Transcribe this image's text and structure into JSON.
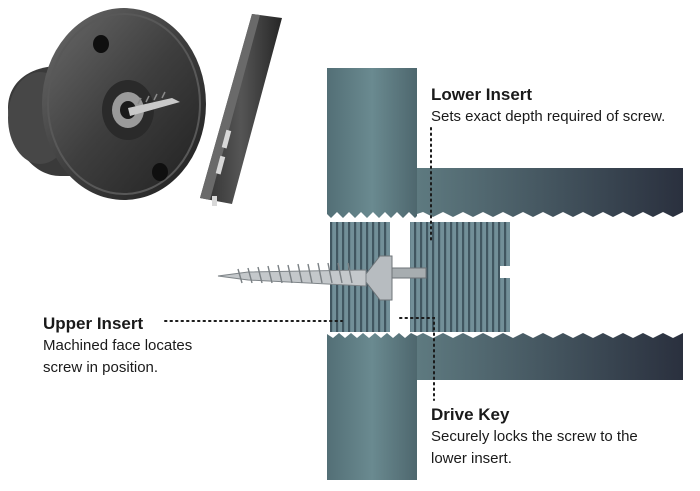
{
  "callouts": {
    "lower_insert": {
      "title": "Lower Insert",
      "description": "Sets exact depth required of screw."
    },
    "upper_insert": {
      "title": "Upper Insert",
      "description_line1": "Machined face locates",
      "description_line2": "screw in position."
    },
    "drive_key": {
      "title": "Drive Key",
      "description_line1": "Securely locks the screw to the",
      "description_line2": "lower insert."
    }
  },
  "colors": {
    "housing_light": "#5e7a80",
    "housing_dark": "#2c3442",
    "insert_fill": "#6f8d96",
    "insert_stripe": "#3f545c",
    "screw": "#b9bec2",
    "leader_line": "#1a1a1a"
  },
  "product_photo": {
    "items": [
      "flange-holder-photo",
      "drive-key-photo"
    ]
  }
}
